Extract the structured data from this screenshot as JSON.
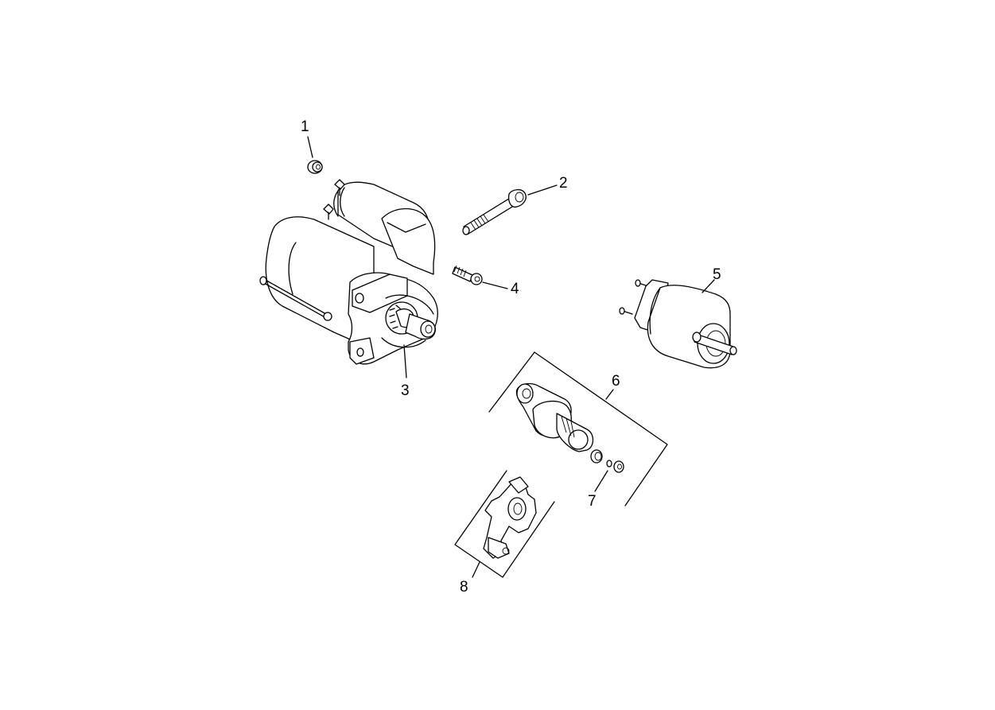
{
  "diagram": {
    "type": "exploded-parts-diagram",
    "subject": "starter motor assembly",
    "background": "#ffffff",
    "line_color": "#000000",
    "callouts": [
      {
        "id": "1",
        "label": "1",
        "part": "nut"
      },
      {
        "id": "2",
        "label": "2",
        "part": "long bolt"
      },
      {
        "id": "3",
        "label": "3",
        "part": "starter motor"
      },
      {
        "id": "4",
        "label": "4",
        "part": "short bolt"
      },
      {
        "id": "5",
        "label": "5",
        "part": "solenoid"
      },
      {
        "id": "6",
        "label": "6",
        "part": "drive pinion kit"
      },
      {
        "id": "7",
        "label": "7",
        "part": "ring / washer set"
      },
      {
        "id": "8",
        "label": "8",
        "part": "brush holder"
      }
    ]
  }
}
